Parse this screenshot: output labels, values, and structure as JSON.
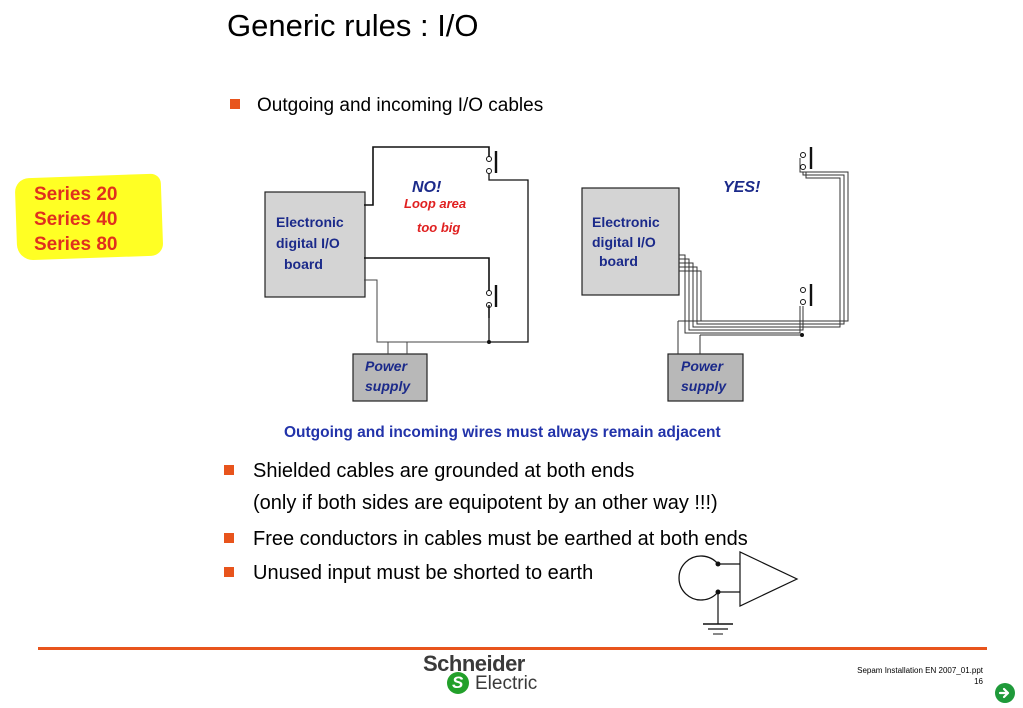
{
  "title": "Generic rules  : I/O",
  "intro_bullet": "Outgoing and incoming I/O cables",
  "series": [
    "Series 20",
    "Series 40",
    "Series 80"
  ],
  "diagram": {
    "left": {
      "verdict": "NO!",
      "note_line1": "Loop area",
      "note_line2": "too big",
      "board_lines": [
        "Electronic",
        "digital I/O",
        "board"
      ],
      "power_lines": [
        "Power",
        "supply"
      ]
    },
    "right": {
      "verdict": "YES!",
      "board_lines": [
        "Electronic",
        "digital I/O",
        "board"
      ],
      "power_lines": [
        "Power",
        "supply"
      ]
    },
    "caption": "Outgoing and incoming wires must always remain adjacent",
    "colors": {
      "no_note": "#e02020",
      "blue_text": "#1b2a8a",
      "caption": "#2233aa",
      "box_fill": "#d4d4d4"
    }
  },
  "bullets": [
    {
      "text": "Shielded cables are grounded at both ends",
      "sub": "(only if both sides are equipotent by an other way !!!)"
    },
    {
      "text": "Free conductors in cables must be earthed at both ends"
    },
    {
      "text": "Unused input must be shorted to earth"
    }
  ],
  "footer": {
    "logo_top": "Schneider",
    "logo_bottom": "Electric",
    "file_name": "Sepam Installation EN 2007_01.ppt",
    "page": "16"
  },
  "accent": "#e8541c"
}
